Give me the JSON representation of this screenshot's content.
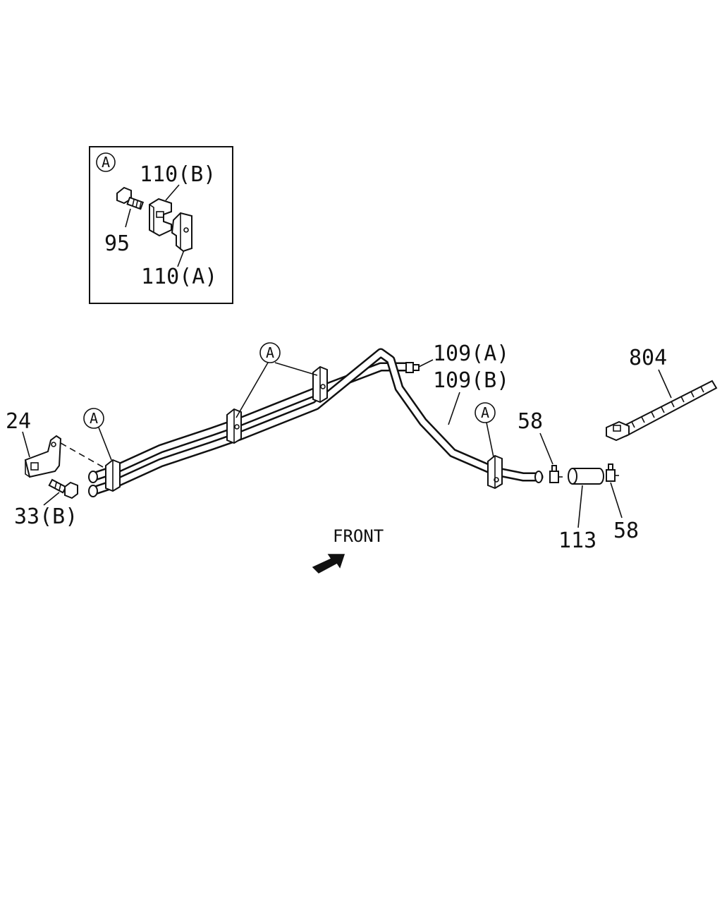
{
  "inset": {
    "marker": "A",
    "labels": {
      "clip_b": "110(B)",
      "bolt": "95",
      "clip_a": "110(A)"
    }
  },
  "callouts": {
    "marker": "A",
    "part_24": "24",
    "part_33b": "33(B)",
    "part_109a": "109(A)",
    "part_109b": "109(B)",
    "part_58_left": "58",
    "part_58_right": "58",
    "part_113": "113",
    "part_804": "804"
  },
  "direction": {
    "label": "FRONT"
  }
}
